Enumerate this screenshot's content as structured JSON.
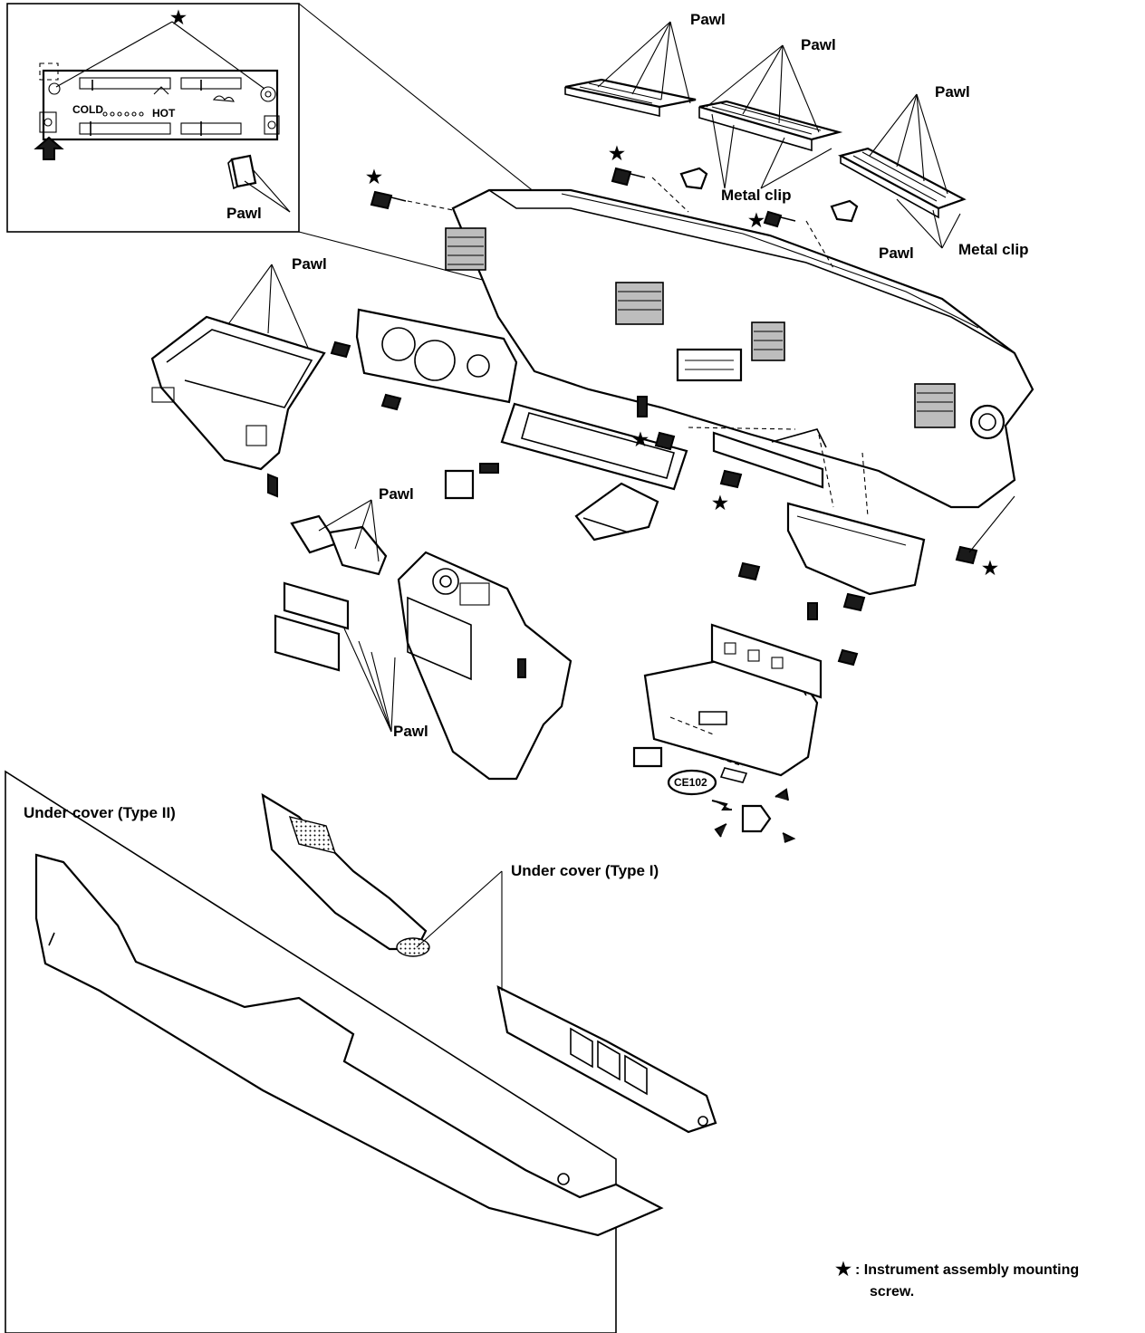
{
  "labels": {
    "pawl": "Pawl",
    "metal_clip": "Metal clip",
    "under_cover_type2": "Under cover (Type II)",
    "under_cover_type1": "Under cover (Type I)",
    "connector_code": "CE102",
    "star_symbol": "★",
    "inset_cold": "COLD",
    "inset_hot": "HOT"
  },
  "legend": {
    "symbol": "★",
    "text_line1": ": Instrument assembly mounting",
    "text_line2": "screw."
  }
}
